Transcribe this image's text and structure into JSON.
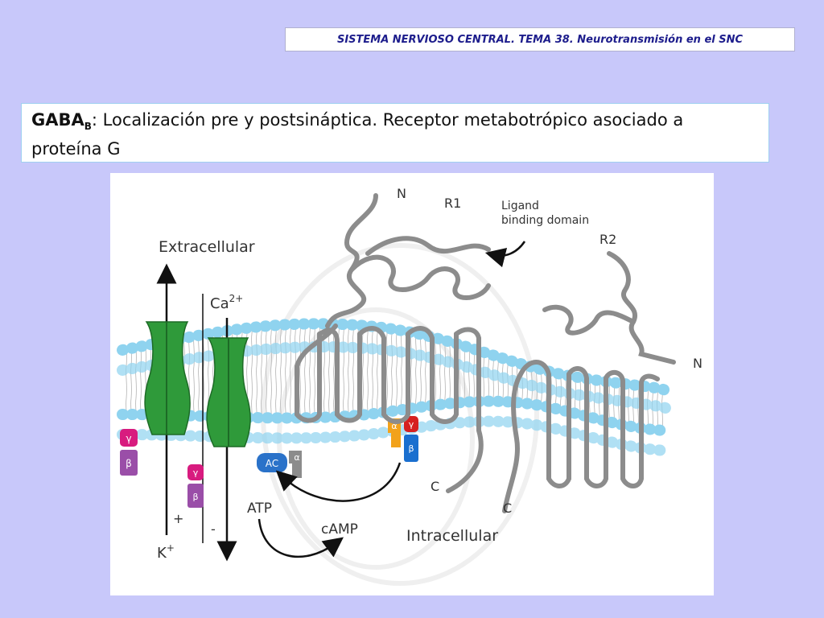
{
  "header": {
    "text": "SISTEMA NERVIOSO CENTRAL. TEMA 38. Neurotransmisión en el SNC"
  },
  "title": {
    "main": "GABA",
    "sub": "B",
    "rest_line1": ": Localización pre y postsináptica. Receptor metabotrópico asociado a",
    "rest_line2": "proteína G"
  },
  "figure": {
    "extracellular": "Extracellular",
    "intracellular": "Intracellular",
    "ca": "Ca",
    "ca_charge": "2+",
    "k": "K",
    "k_charge": "+",
    "plus": "+",
    "minus": "-",
    "atp": "ATP",
    "camp": "cAMP",
    "ac": "AC",
    "alpha": "α",
    "beta": "β",
    "gamma": "γ",
    "r1": "R1",
    "r2": "R2",
    "n_r1": "N",
    "n_r2": "N",
    "c1": "C",
    "c2": "C",
    "ligand_line1": "Ligand",
    "ligand_line2": "binding domain",
    "colors": {
      "background": "#c8c8fa",
      "channel": "#2f9a3a",
      "lipid_head": "#8fd3ef",
      "receptor": "#8c8c8c",
      "ac": "#2a72c9",
      "gamma": "#d81b7f",
      "beta_purple": "#9a4ea8",
      "alpha_orange": "#f2a21b",
      "gamma_red": "#d62020",
      "beta_blue": "#1a6fcf"
    }
  }
}
